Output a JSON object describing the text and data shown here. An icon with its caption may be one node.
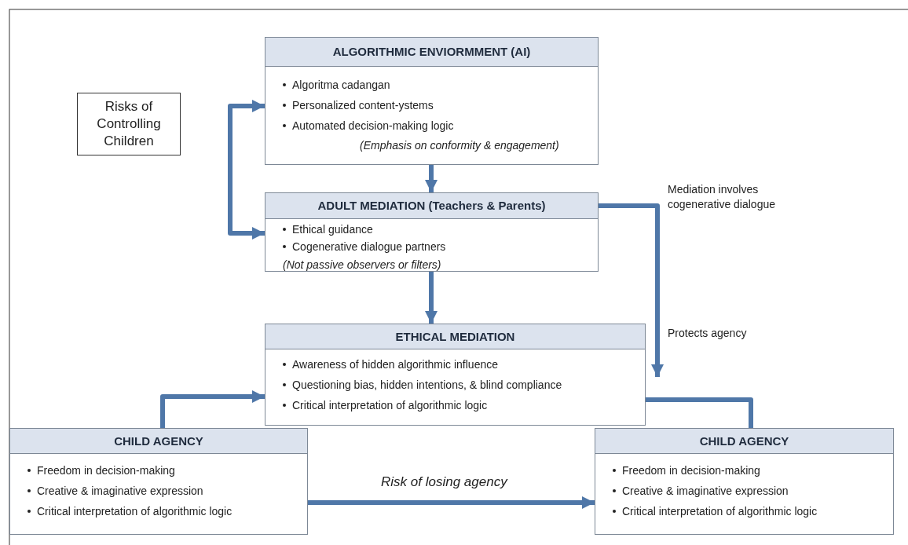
{
  "diagram": {
    "nodes": [
      {
        "text": [
          "Risks of Controlling Children"
        ]
      },
      {
        "text": [
          "ALGORITHMIC ENVIORMMENT (AI)",
          "Algoritma cadangan",
          "Personalized content-ystems",
          "Automated decision-making logic",
          "(Emphasis on conformity & engagement)"
        ]
      },
      {
        "text": [
          "ADULT MEDIATION (Teachers & Parents)",
          "Ethical guidance",
          "Cogenerative dialogue partners",
          "(Not passive observers or filters)"
        ]
      },
      {
        "text": [
          "ETHICAL MEDIATION",
          "Awareness of hidden algorithmic influence",
          "Questioning bias, hidden intentions, & blind compliance",
          "Critical interpretation of algorithmic logic"
        ]
      },
      {
        "text": [
          "CHILD AGENCY",
          "Freedom in decision-making",
          "Creative & imaginative expression",
          "Critical interpretation of algorithmic logic"
        ]
      },
      {
        "text": [
          "CHILD AGENCY",
          "Freedom in decision-making",
          "Creative & imaginative expression",
          "Critical interpretation of algorithmic logic"
        ]
      }
    ],
    "edges": [
      {
        "from": 1,
        "to": 2,
        "arrow": "both"
      },
      {
        "from": 1,
        "to": 2,
        "arrow": "to"
      },
      {
        "from": 2,
        "to": 3,
        "arrow": "to"
      },
      {
        "from": 2,
        "to": 3,
        "arrow": "to",
        "label": "Protects agency"
      },
      {
        "from": 3,
        "to": 5,
        "arrow": "none"
      },
      {
        "from": 4,
        "to": 3,
        "arrow": "to"
      },
      {
        "from": 4,
        "to": 5,
        "arrow": "to",
        "label": "Risk of losing agency"
      }
    ],
    "labels": [
      "Mediation involves cogenerative dialogue"
    ]
  }
}
